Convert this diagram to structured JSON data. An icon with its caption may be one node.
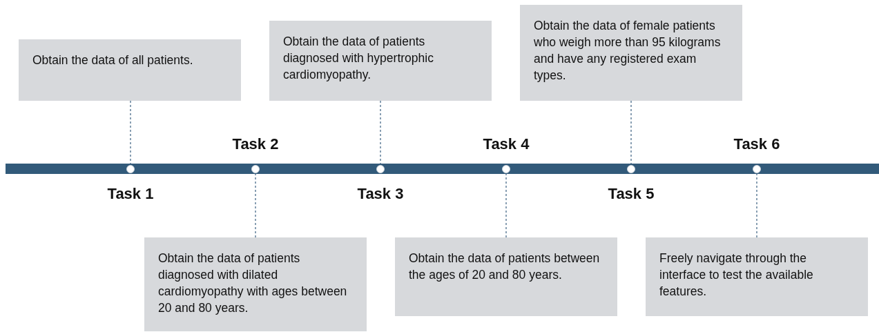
{
  "diagram": {
    "nodes": [
      {
        "text": [],
        "shape": "bar"
      },
      {
        "text": [],
        "shape": "circle",
        "in": 0,
        "beside": [
          "Task 1"
        ]
      },
      {
        "text": [],
        "shape": "circle",
        "in": 0,
        "beside": [
          "Task 2"
        ]
      },
      {
        "text": [],
        "shape": "circle",
        "in": 0,
        "beside": [
          "Task 3"
        ]
      },
      {
        "text": [],
        "shape": "circle",
        "in": 0,
        "beside": [
          "Task 4"
        ]
      },
      {
        "text": [],
        "shape": "circle",
        "in": 0,
        "beside": [
          "Task 5"
        ]
      },
      {
        "text": [],
        "shape": "circle",
        "in": 0,
        "beside": [
          "Task 6"
        ]
      },
      {
        "text": [
          "Obtain the data of all patients."
        ]
      },
      {
        "text": [
          "Obtain the data of patients diagnosed with dilated cardiomyopathy with ages between 20 and 80 years."
        ]
      },
      {
        "text": [
          "Obtain the data of patients diagnosed with hypertrophic cardiomyopathy."
        ]
      },
      {
        "text": [
          "Obtain the data of patients between the ages of 20 and 80 years."
        ]
      },
      {
        "text": [
          "Obtain the data of female patients who weigh more than 95 kilograms and have any registered exam types."
        ]
      },
      {
        "text": [
          "Freely navigate through the interface to test the available features."
        ]
      }
    ],
    "edges": [
      {
        "from": 7,
        "to": 1,
        "arrow": "none",
        "style": "dashed"
      },
      {
        "from": 8,
        "to": 2,
        "arrow": "none",
        "style": "dashed"
      },
      {
        "from": 9,
        "to": 3,
        "arrow": "none",
        "style": "dashed"
      },
      {
        "from": 10,
        "to": 4,
        "arrow": "none",
        "style": "dashed"
      },
      {
        "from": 11,
        "to": 5,
        "arrow": "none",
        "style": "dashed"
      },
      {
        "from": 12,
        "to": 6,
        "arrow": "none",
        "style": "dashed"
      }
    ]
  }
}
